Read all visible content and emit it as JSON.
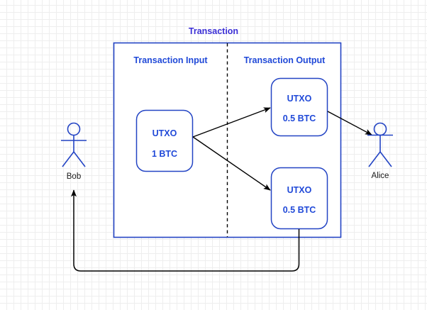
{
  "diagram": {
    "title": "Transaction",
    "sections": {
      "input_title": "Transaction Input",
      "output_title": "Transaction Output"
    },
    "colors": {
      "title_purple": "#3b2fd6",
      "header_blue": "#2049d8",
      "box_border_blue": "#2344c4",
      "arrow_black": "#000000",
      "person_blue": "#2344c4",
      "grid_minor": "#eeeeee",
      "grid_major": "#d8d8d8",
      "background": "#ffffff"
    },
    "boxes": [
      {
        "id": "input-utxo",
        "label": "UTXO",
        "amount": "1 BTC",
        "side": "input"
      },
      {
        "id": "output-utxo-top",
        "label": "UTXO",
        "amount": "0.5 BTC",
        "side": "output"
      },
      {
        "id": "output-utxo-bottom",
        "label": "UTXO",
        "amount": "0.5 BTC",
        "side": "output"
      }
    ],
    "actors": [
      {
        "id": "bob",
        "name": "Bob",
        "icon": "stick-figure-icon"
      },
      {
        "id": "alice",
        "name": "Alice",
        "icon": "stick-figure-icon"
      }
    ],
    "connectors": [
      {
        "id": "input-to-output-top",
        "from": "input-utxo",
        "to": "output-utxo-top",
        "style": "solid-arrow"
      },
      {
        "id": "input-to-output-bottom",
        "from": "input-utxo",
        "to": "output-utxo-bottom",
        "style": "solid-arrow"
      },
      {
        "id": "output-top-to-alice",
        "from": "output-utxo-top",
        "to": "alice",
        "style": "solid-arrow"
      },
      {
        "id": "output-bottom-to-bob",
        "from": "output-utxo-bottom",
        "to": "bob",
        "style": "solid-arrow-orthogonal"
      },
      {
        "id": "input-output-divider",
        "style": "dashed-vertical"
      }
    ]
  }
}
